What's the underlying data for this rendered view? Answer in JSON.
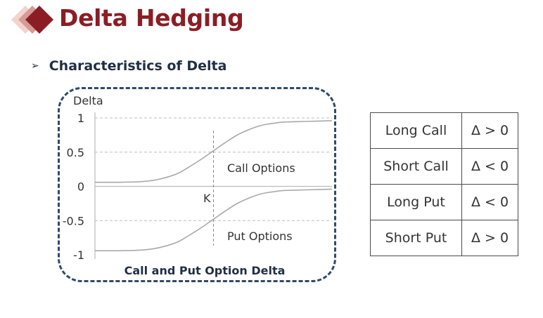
{
  "title": "Delta Hedging",
  "subtitle": "Characteristics of Delta",
  "colors": {
    "title": "#8b1e24",
    "navy": "#1f2f44",
    "frame": "#2f4a6a",
    "curve": "#a9a9ae"
  },
  "chart_data": {
    "type": "line",
    "title": "Call and Put Option Delta",
    "ylabel": "Delta",
    "xlabel": "",
    "ylim": [
      -1,
      1
    ],
    "xlim": [
      0,
      10
    ],
    "yticks": [
      1,
      0.5,
      0,
      -0.5,
      -1
    ],
    "ytick_labels": [
      "1",
      "0.5",
      "0",
      "-0.5",
      "-1"
    ],
    "strike": {
      "x": 5,
      "label": "K"
    },
    "grid": "dashed horizontal at 1, 0.5, -0.5",
    "series": [
      {
        "name": "Call Options",
        "x": [
          0,
          1,
          2,
          2.5,
          3,
          3.5,
          4,
          4.5,
          5,
          5.5,
          6,
          6.5,
          7,
          7.5,
          8,
          9,
          10
        ],
        "y": [
          0.06,
          0.06,
          0.07,
          0.09,
          0.13,
          0.19,
          0.29,
          0.4,
          0.52,
          0.64,
          0.75,
          0.83,
          0.89,
          0.92,
          0.94,
          0.95,
          0.96
        ]
      },
      {
        "name": "Put Options",
        "x": [
          0,
          1,
          2,
          2.5,
          3,
          3.5,
          4,
          4.5,
          5,
          5.5,
          6,
          6.5,
          7,
          7.5,
          8,
          9,
          10
        ],
        "y": [
          -0.94,
          -0.94,
          -0.93,
          -0.91,
          -0.87,
          -0.81,
          -0.71,
          -0.6,
          -0.48,
          -0.36,
          -0.25,
          -0.17,
          -0.11,
          -0.08,
          -0.06,
          -0.05,
          -0.04
        ]
      }
    ]
  },
  "table": {
    "rows": [
      {
        "position": "Long Call",
        "sign": "Δ > 0"
      },
      {
        "position": "Short Call",
        "sign": "Δ < 0"
      },
      {
        "position": "Long Put",
        "sign": "Δ < 0"
      },
      {
        "position": "Short Put",
        "sign": "Δ > 0"
      }
    ]
  }
}
